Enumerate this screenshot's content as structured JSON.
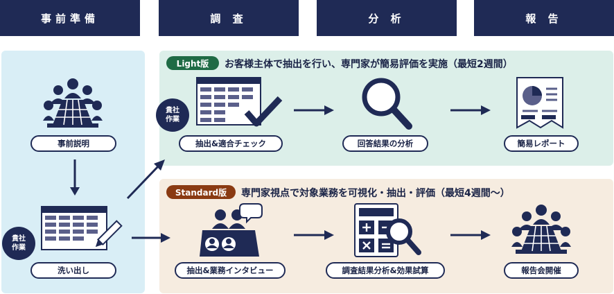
{
  "phases": [
    "事前準備",
    "調 査",
    "分 析",
    "報 告"
  ],
  "light": {
    "tag": "Light版",
    "heading": "お客様主体で抽出を行い、専門家が簡易評価を実施（最短2週間）",
    "steps": [
      "抽出&適合チェック",
      "回答結果の分析",
      "簡易レポート"
    ]
  },
  "standard": {
    "tag": "Standard版",
    "heading": "専門家視点で対象業務を可視化・抽出・評価（最短4週間～）",
    "steps": [
      "抽出&業務インタビュー",
      "調査結果分析&効果試算",
      "報告会開催"
    ]
  },
  "prep": {
    "step1": "事前説明",
    "step2": "洗い出し"
  },
  "badge": {
    "line1": "貴社",
    "line2": "作業"
  },
  "colors": {
    "navy": "#1f2a55",
    "prep_bg": "#d9eef6",
    "light_bg": "#dcefe9",
    "standard_bg": "#f6ece0",
    "light_tag": "#1f6b45",
    "standard_tag": "#8a3a12"
  }
}
